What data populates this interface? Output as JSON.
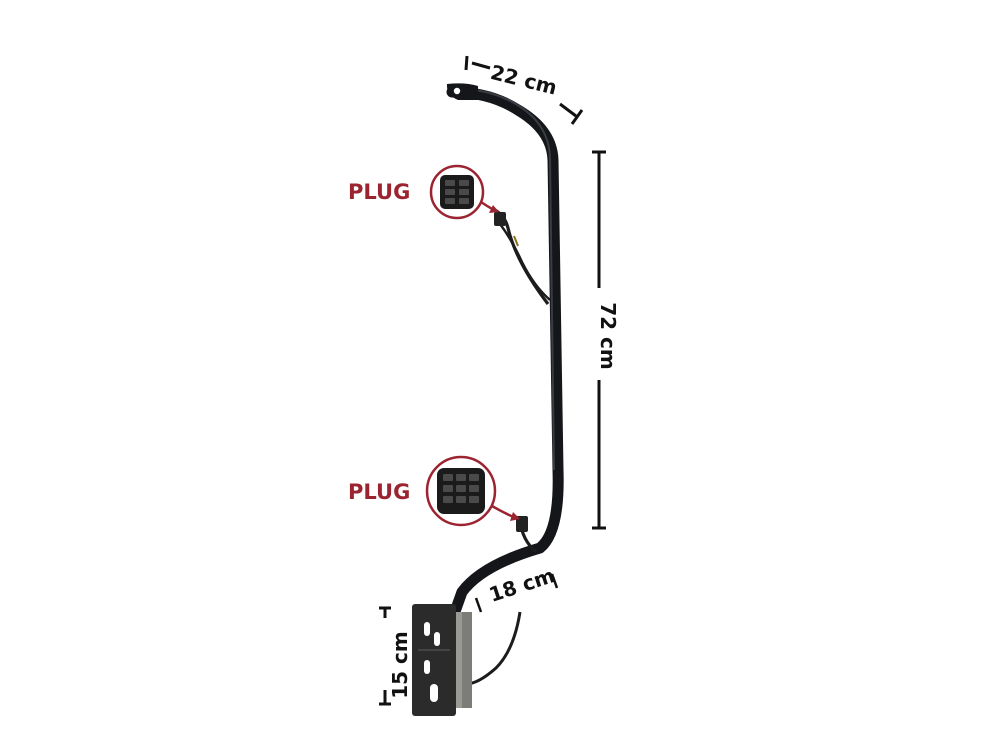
{
  "dimensions": {
    "top_width": "22 cm",
    "vertical_length": "72 cm",
    "bottom_width": "18 cm",
    "bracket_height": "15 cm"
  },
  "callouts": {
    "upper_plug": "PLUG",
    "lower_plug": "PLUG"
  },
  "colors": {
    "arm": "#15161a",
    "dimension": "#111111",
    "callout_accent": "#9b2430",
    "bracket_plate": "#2b2b2b",
    "bracket_metal": "#9a9a95"
  },
  "icons": {
    "upper_plug": "plug-connector-8pin-icon",
    "lower_plug": "plug-connector-12pin-icon"
  }
}
